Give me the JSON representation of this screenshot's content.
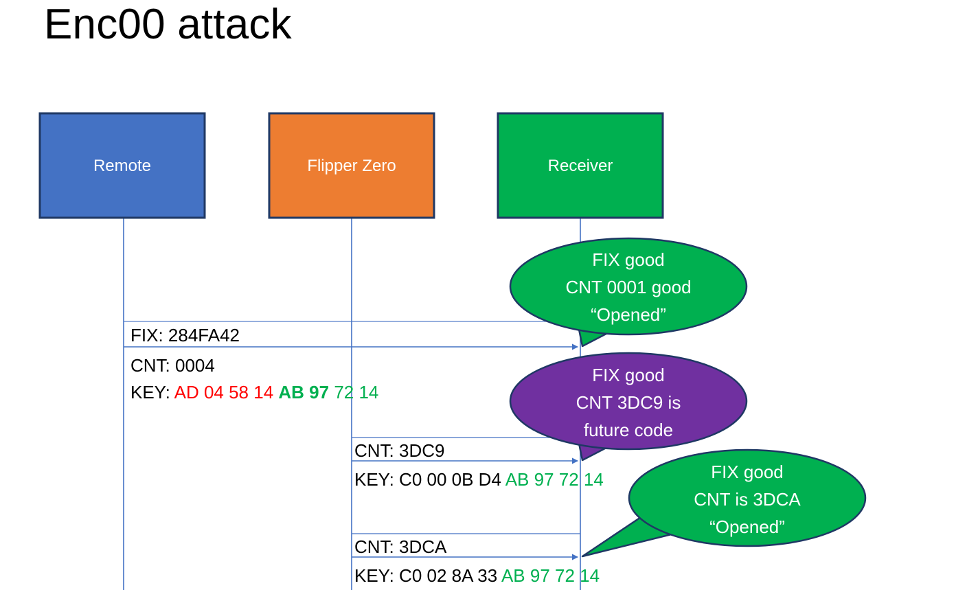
{
  "slide": {
    "title": "Enc00 attack",
    "background": "#FFFFFF"
  },
  "colors": {
    "remote": "#4472C4",
    "flipper": "#ED7D31",
    "receiver": "#00B050",
    "bubble_good": "#00B050",
    "bubble_future": "#7030A0",
    "outline": "#1F3864",
    "lifeline": "#4472C4",
    "arrow": "#4472C4",
    "key_old": "#FF0000",
    "key_new": "#00B050",
    "text": "#000000"
  },
  "lanes": [
    {
      "name": "remote",
      "label": "Remote"
    },
    {
      "name": "flipper",
      "label": "Flipper Zero"
    },
    {
      "name": "receiver",
      "label": "Receiver"
    }
  ],
  "messages": [
    {
      "id": "msg-1",
      "from": "remote",
      "to": "receiver",
      "lines": [
        {
          "text": "FIX: 284FA42"
        },
        {
          "text": "CNT: 0004"
        }
      ],
      "key_label": "KEY: ",
      "key_parts": [
        {
          "text": "AD 04 58 14 ",
          "color": "red",
          "bold": false
        },
        {
          "text": "AB 97 ",
          "color": "green",
          "bold": true
        },
        {
          "text": "72 14",
          "color": "green",
          "bold": false
        }
      ]
    },
    {
      "id": "msg-2",
      "from": "flipper",
      "to": "receiver",
      "lines": [
        {
          "text": "CNT: 3DC9"
        }
      ],
      "key_label": "KEY: C0 00 0B D4 ",
      "key_parts": [
        {
          "text": "AB 97 72 14",
          "color": "green",
          "bold": false
        }
      ]
    },
    {
      "id": "msg-3",
      "from": "flipper",
      "to": "receiver",
      "lines": [
        {
          "text": "CNT: 3DCA"
        }
      ],
      "key_label": "KEY: C0 02 8A 33 ",
      "key_parts": [
        {
          "text": "AB 97 72 14",
          "color": "green",
          "bold": false
        }
      ]
    }
  ],
  "callouts": [
    {
      "id": "callout-1",
      "kind": "good",
      "color": "#00B050",
      "lines": [
        "FIX good",
        "CNT 0001 good",
        "“Opened”"
      ]
    },
    {
      "id": "callout-2",
      "kind": "future",
      "color": "#7030A0",
      "lines": [
        "FIX good",
        "CNT 3DC9 is",
        "future code"
      ]
    },
    {
      "id": "callout-3",
      "kind": "good",
      "color": "#00B050",
      "lines": [
        "FIX good",
        "CNT is 3DCA",
        "“Opened”"
      ]
    }
  ],
  "text_fragments": {
    "msg1_line1": "FIX: 284FA42",
    "msg1_line2": "CNT: 0004",
    "msg1_key_label": "KEY: ",
    "msg1_key_a": "AD 04 58 14 ",
    "msg1_key_b": "AB 97 ",
    "msg1_key_c": "72 14",
    "msg2_line1": "CNT: 3DC9",
    "msg2_key_label": "KEY: C0 00 0B D4 ",
    "msg2_key_a": "AB 97 72 14",
    "msg3_line1": "CNT: 3DCA",
    "msg3_key_label": "KEY: C0 02 8A 33 ",
    "msg3_key_a": "AB 97 72 14",
    "c1_l1": "FIX good",
    "c1_l2": "CNT 0001 good",
    "c1_l3": "“Opened”",
    "c2_l1": "FIX good",
    "c2_l2": "CNT 3DC9 is",
    "c2_l3": "future code",
    "c3_l1": "FIX good",
    "c3_l2": "CNT is 3DCA",
    "c3_l3": "“Opened”",
    "lane1": "Remote",
    "lane2": "Flipper Zero",
    "lane3": "Receiver"
  }
}
